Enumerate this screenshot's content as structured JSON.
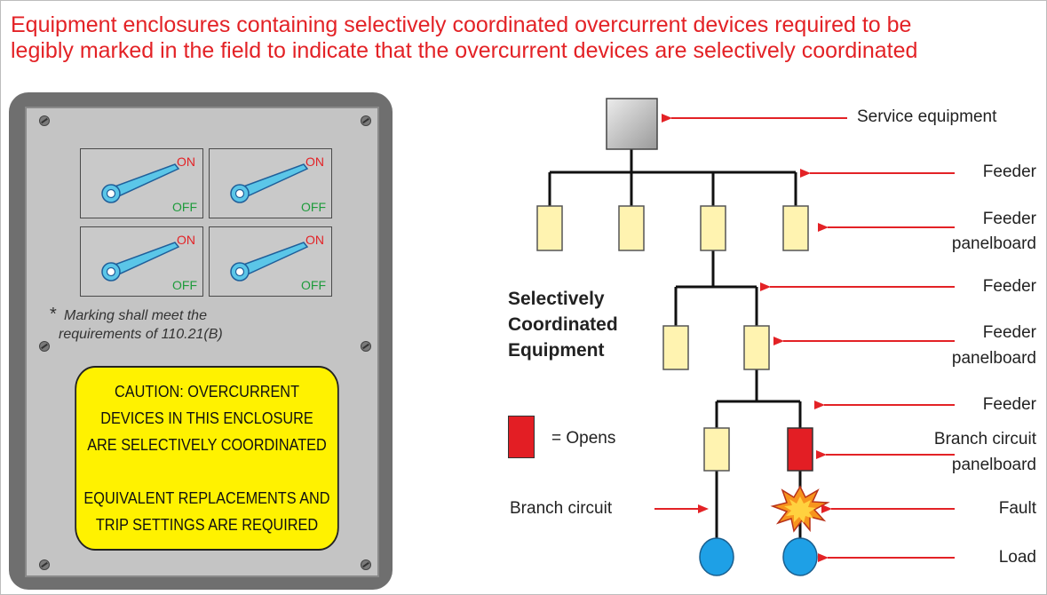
{
  "title": {
    "line1": "Equipment enclosures containing selectively coordinated overcurrent devices required to be",
    "line2": "legibly marked in the field to indicate that the overcurrent devices are selectively coordinated"
  },
  "panel": {
    "breaker_on_label": "ON",
    "breaker_off_label": "OFF",
    "note_star": "*",
    "note_line1": "Marking shall meet the",
    "note_line2": "requirements of 110.21(B)",
    "caution_lines": [
      "CAUTION: OVERCURRENT",
      "DEVICES IN THIS ENCLOSURE",
      "ARE SELECTIVELY COORDINATED",
      "EQUIVALENT REPLACEMENTS AND",
      "TRIP SETTINGS ARE REQUIRED"
    ]
  },
  "diagram": {
    "labels": {
      "service_equipment": "Service equipment",
      "feeder_1": "Feeder",
      "feeder_panelboard_1_a": "Feeder",
      "feeder_panelboard_1_b": "panelboard",
      "feeder_2": "Feeder",
      "feeder_panelboard_2_a": "Feeder",
      "feeder_panelboard_2_b": "panelboard",
      "feeder_3": "Feeder",
      "branch_panelboard_a": "Branch circuit",
      "branch_panelboard_b": "panelboard",
      "fault": "Fault",
      "load": "Load",
      "branch_circuit": "Branch circuit"
    },
    "selectively_title": [
      "Selectively",
      "Coordinated",
      "Equipment"
    ],
    "legend_text": "= Opens",
    "colors": {
      "title": "#e32226",
      "arrow": "#e32226",
      "device": "#fff3b0",
      "opened_device": "#e31e24",
      "load": "#1ea0e6",
      "service": "#c8c8c8",
      "caution_bg": "#fff200"
    }
  }
}
